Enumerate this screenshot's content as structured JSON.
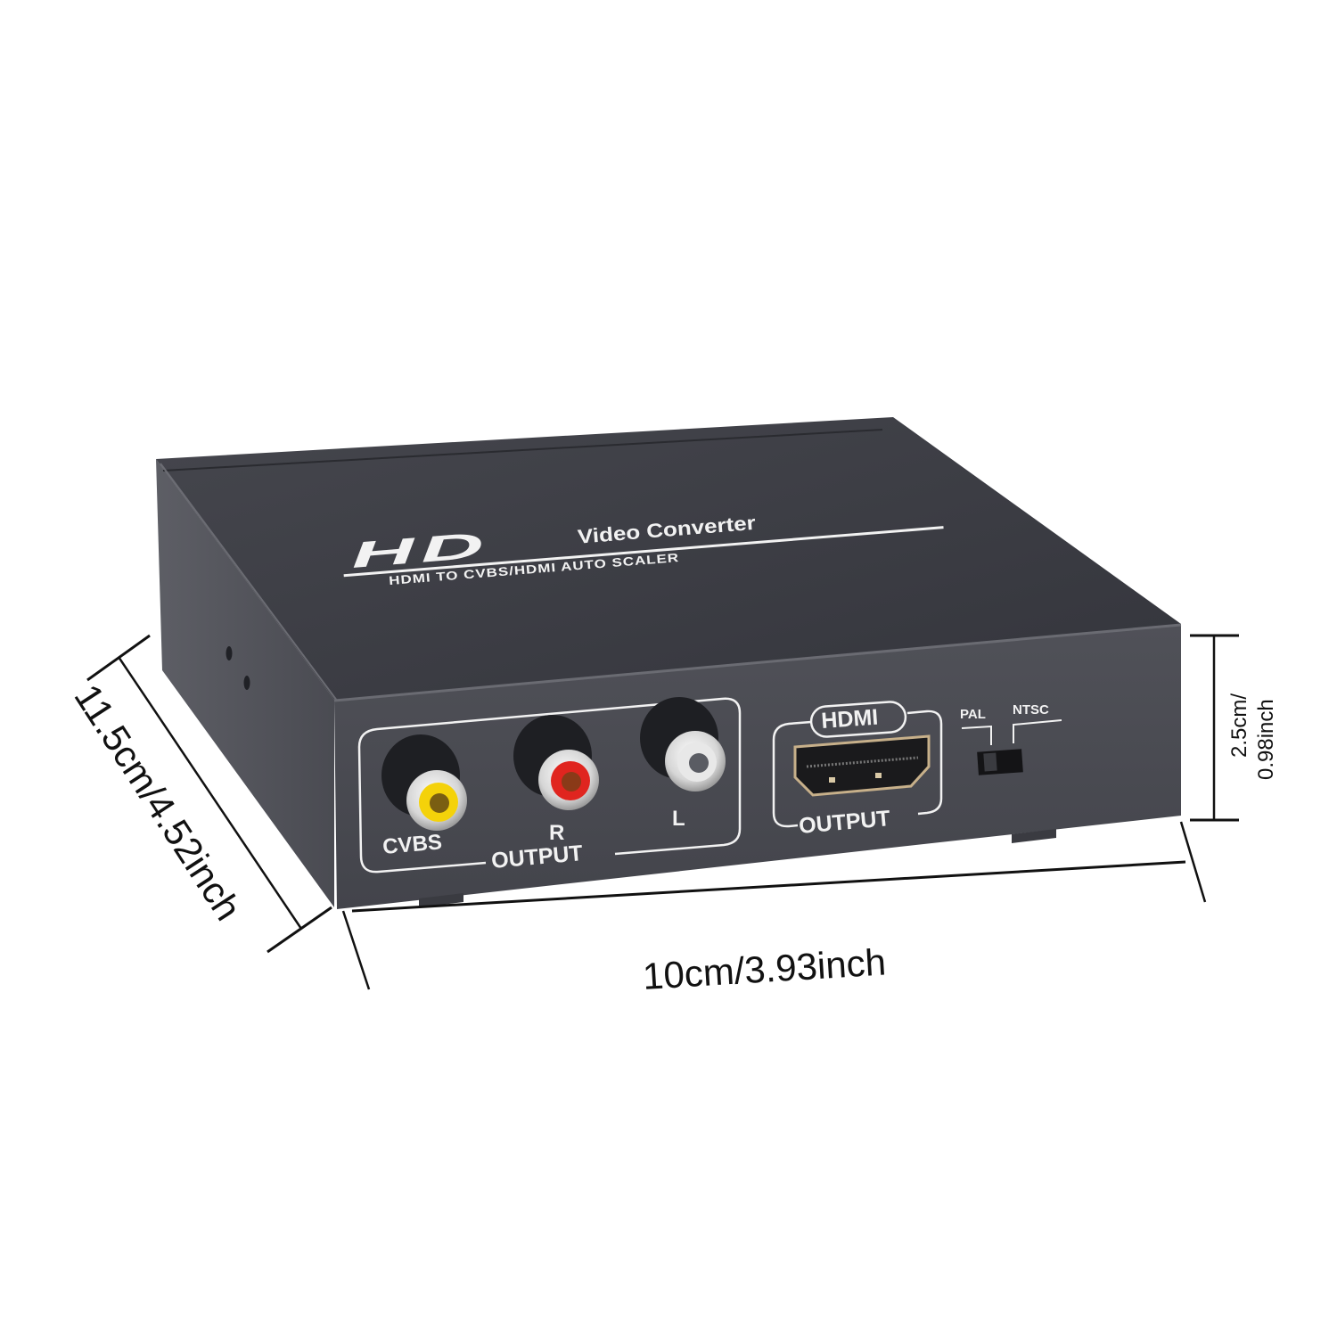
{
  "product": {
    "top_logo": {
      "hd_mark": "HD",
      "title": "Video Converter",
      "subtitle": "HDMI TO CVBS/HDMI AUTO  SCALER"
    },
    "front_panel": {
      "rca_group": {
        "ports": [
          {
            "label": "CVBS",
            "color": "#f4d20a"
          },
          {
            "label": "R",
            "color": "#e0251f"
          },
          {
            "label": "L",
            "color": "#e8e8e8"
          }
        ],
        "group_label": "OUTPUT"
      },
      "hdmi_group": {
        "badge": "HDMI",
        "group_label": "OUTPUT"
      },
      "switch": {
        "left_label": "PAL",
        "right_label": "NTSC"
      }
    },
    "colors": {
      "top_face": "#3c3d44",
      "front_face": "#4a4b52",
      "side_face": "#55565d",
      "print": "#f2f2f2"
    }
  },
  "dimensions": {
    "width": "10cm/3.93inch",
    "depth": "11.5cm/4.52inch",
    "height_line1": "2.5cm/",
    "height_line2": "0.98inch"
  }
}
